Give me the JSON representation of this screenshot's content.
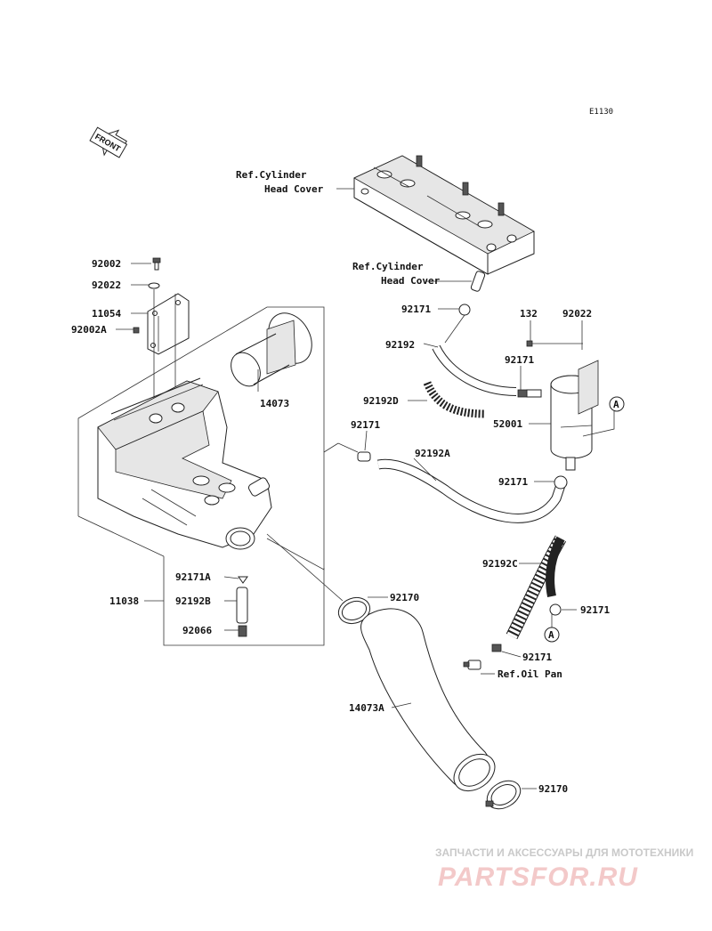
{
  "diagram_code": "E1130",
  "front_arrow_text": "FRONT",
  "refs": {
    "cyl_head_cover_1_line1": "Ref.Cylinder",
    "cyl_head_cover_1_line2": "Head Cover",
    "cyl_head_cover_2_line1": "Ref.Cylinder",
    "cyl_head_cover_2_line2": "Head Cover",
    "oil_pan": "Ref.Oil Pan"
  },
  "callout_markers": {
    "a_upper": "A",
    "a_lower": "A"
  },
  "parts": {
    "p92002": "92002",
    "p92022_left": "92022",
    "p11054": "11054",
    "p92002a": "92002A",
    "p14073": "14073",
    "p92171_top": "92171",
    "p92192": "92192",
    "p132": "132",
    "p92022_right": "92022",
    "p92171_mid": "92171",
    "p92192d": "92192D",
    "p52001": "52001",
    "p92171_left": "92171",
    "p92192a": "92192A",
    "p92171_right": "92171",
    "p92192c": "92192C",
    "p92171a": "92171A",
    "p92170_top": "92170",
    "p92171_c1": "92171",
    "p11038": "11038",
    "p92192b": "92192B",
    "p92171_c2": "92171",
    "p92066": "92066",
    "p14073a": "14073A",
    "p92170_bottom": "92170"
  },
  "watermark": {
    "top_line": "ЗАПЧАСТИ И АКСЕССУАРЫ ДЛЯ МОТОТЕХНИКИ",
    "brand": "PARTSFOR.RU"
  }
}
